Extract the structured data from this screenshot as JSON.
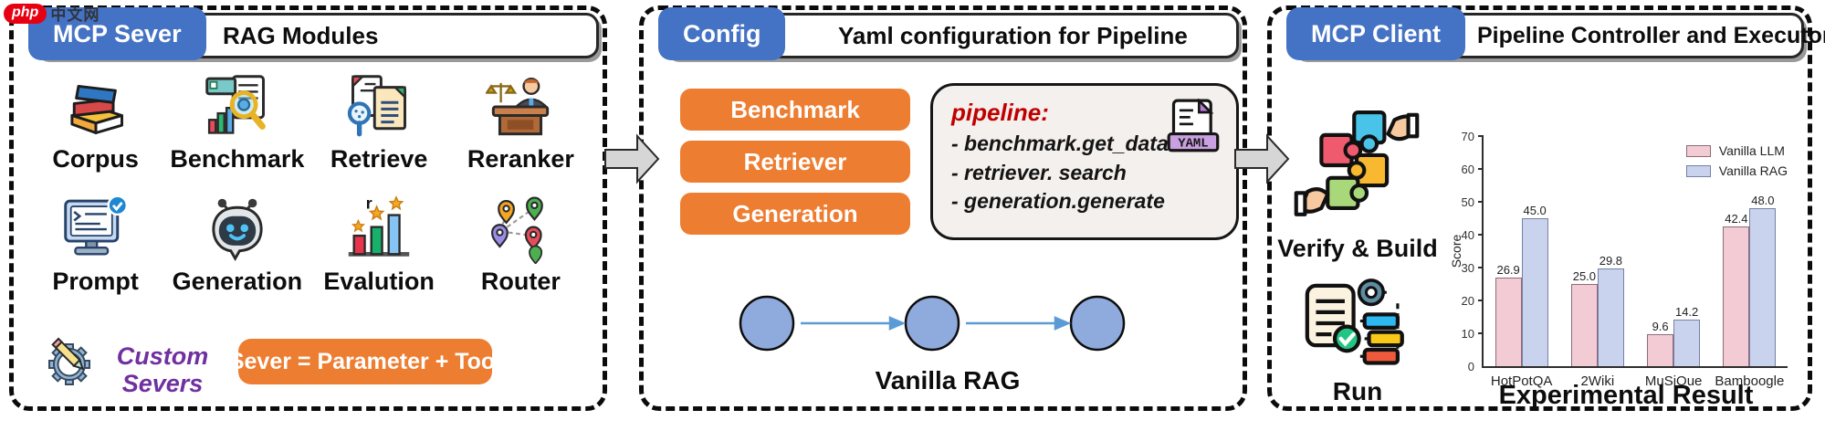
{
  "watermark": {
    "logo_text": "php",
    "site_text": "中文网"
  },
  "colors": {
    "tab_blue": "#4472C4",
    "accent_orange": "#ED7D31",
    "code_red": "#C00000",
    "custom_purple": "#7030A0",
    "circle_blue": "#8FAADC",
    "flow_arrow_blue": "#5B9BD5",
    "gap_arrow_gray": "#D6D6D6",
    "bar_llm_pink": "#F2CBD5",
    "bar_rag_blue": "#C9D3EE"
  },
  "panels": {
    "server": {
      "tab": "MCP Sever",
      "title": "RAG Modules",
      "modules": [
        {
          "label": "Corpus",
          "icon": "books-icon"
        },
        {
          "label": "Benchmark",
          "icon": "chart-magnifier-icon"
        },
        {
          "label": "Retrieve",
          "icon": "document-search-icon"
        },
        {
          "label": "Reranker",
          "icon": "judge-icon"
        },
        {
          "label": "Prompt",
          "icon": "monitor-code-icon"
        },
        {
          "label": "Generation",
          "icon": "robot-icon"
        },
        {
          "label": "Evalution",
          "icon": "star-bars-icon"
        },
        {
          "label": "Router",
          "icon": "map-pins-icon"
        }
      ],
      "custom_line1": "Custom",
      "custom_line2": "Severs",
      "formula": "Sever = Parameter + Tool"
    },
    "config": {
      "tab": "Config",
      "title": "Yaml configuration for Pipeline",
      "buttons": [
        "Benchmark",
        "Retriever",
        "Generation"
      ],
      "code": {
        "header": "pipeline:",
        "lines": [
          "- benchmark.get_data",
          "- retriever. search",
          "- generation.generate"
        ],
        "badge": "YAML"
      },
      "flow_label": "Vanilla RAG"
    },
    "client": {
      "tab": "MCP Client",
      "title": "Pipeline Controller and Executor",
      "step1": "Verify & Build",
      "step2": "Run",
      "chart_title": "Experimental Result"
    }
  },
  "chart_data": {
    "type": "bar",
    "title": "Experimental Result",
    "categories": [
      "HotPotQA",
      "2Wiki",
      "MuSiQue",
      "Bamboogle"
    ],
    "series": [
      {
        "name": "Vanilla LLM",
        "values": [
          26.9,
          25.0,
          9.6,
          42.4
        ],
        "color": "#F2CBD5",
        "edge": "#8F6B77"
      },
      {
        "name": "Vanilla RAG",
        "values": [
          45.0,
          29.8,
          14.2,
          48.0
        ],
        "color": "#C9D3EE",
        "edge": "#7680A6"
      }
    ],
    "ylabel": "Score",
    "ylim": [
      0,
      70
    ],
    "yticks": [
      0,
      10,
      20,
      30,
      40,
      50,
      60,
      70
    ],
    "legend_position": "upper right",
    "grid": false
  }
}
